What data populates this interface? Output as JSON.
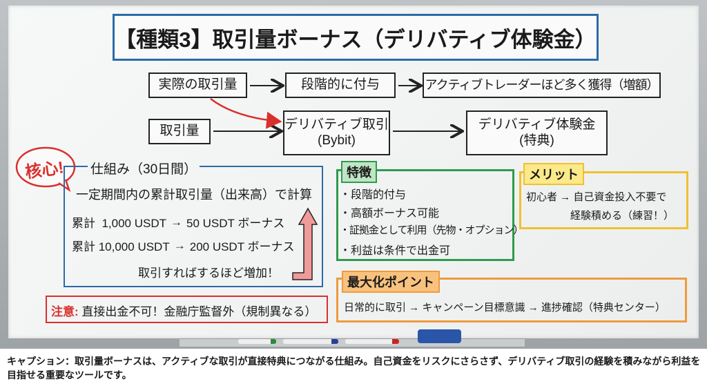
{
  "title": "【種類3】取引量ボーナス（デリバティブ体験金）",
  "flow": {
    "row1": [
      "実際の取引量",
      "段階的に付与",
      "アクティブトレーダーほど多く獲得（増額）"
    ],
    "row2": [
      "取引量",
      "デリバティブ取引",
      "(Bybit)",
      "デリバティブ体験金",
      "(特典)"
    ]
  },
  "core_bubble": "核心!",
  "mechanism": {
    "heading": "仕組み（30日間）",
    "description": "一定期間内の累計取引量（出来高）で計算",
    "tiers": [
      {
        "from": "累計  1,000 USDT",
        "to": "50 USDT ボーナス"
      },
      {
        "from": "累計 10,000 USDT",
        "to": "200 USDT ボーナス"
      }
    ],
    "note": "取引すればするほど増加！"
  },
  "caution": {
    "label": "注意:",
    "text": "直接出金不可！金融庁監督外（規制異なる）"
  },
  "features": {
    "heading": "特徴",
    "items": [
      "・段階的付与",
      "・高額ボーナス可能",
      "・証拠金として利用（先物・オプション）",
      "・利益は条件で出金可"
    ]
  },
  "merit": {
    "heading": "メリット",
    "line1": "初心者 → 自己資金投入不要で",
    "line2": "経験積める（練習！）"
  },
  "maximize": {
    "heading": "最大化ポイント",
    "text": "日常的に取引 → キャンペーン目標意識 → 進捗確認（特典センター）"
  },
  "caption": "キャプション：取引量ボーナスは、アクティブな取引が直接特典につながる仕組み。自己資金をリスクにさらさず、デリバティブ取引の経験を積みながら利益を目指せる重要なツールです。",
  "colors": {
    "blue": "#2c6aa8",
    "red": "#d9302c",
    "green": "#2f9a4e",
    "yellow": "#f0c030",
    "orange": "#ef9a3c"
  }
}
